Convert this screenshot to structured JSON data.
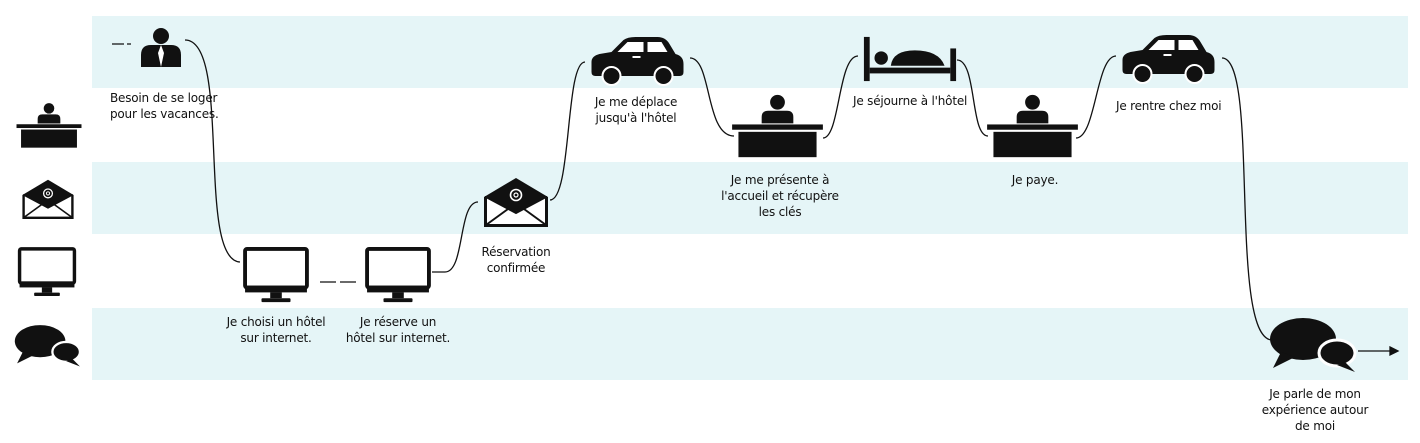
{
  "colors": {
    "band": "#e5f5f7",
    "icon": "#111111",
    "line": "#111111"
  },
  "lane_icons": [
    "desk-person-icon",
    "email-icon",
    "monitor-icon",
    "speech-bubbles-icon"
  ],
  "steps": [
    {
      "id": "need",
      "icon": "person-icon",
      "label": "Besoin de se loger\npour les vacances."
    },
    {
      "id": "choose",
      "icon": "monitor-icon",
      "label": "Je choisi un hôtel\nsur internet."
    },
    {
      "id": "book",
      "icon": "monitor-icon",
      "label": "Je réserve un\nhôtel sur internet."
    },
    {
      "id": "confirm",
      "icon": "email-icon",
      "label": "Réservation\nconfirmée"
    },
    {
      "id": "travel",
      "icon": "car-icon",
      "label": "Je me déplace\njusqu'à l'hôtel"
    },
    {
      "id": "checkin",
      "icon": "desk-person-icon",
      "label": "Je me présente à\nl'accueil et récupère\nles clés"
    },
    {
      "id": "stay",
      "icon": "bed-icon",
      "label": "Je séjourne à l'hôtel"
    },
    {
      "id": "pay",
      "icon": "desk-person-icon",
      "label": "Je paye."
    },
    {
      "id": "return",
      "icon": "car-icon",
      "label": "Je rentre chez moi"
    },
    {
      "id": "share",
      "icon": "speech-bubbles-icon",
      "label": "Je parle de mon\nexpérience autour\nde moi"
    }
  ]
}
